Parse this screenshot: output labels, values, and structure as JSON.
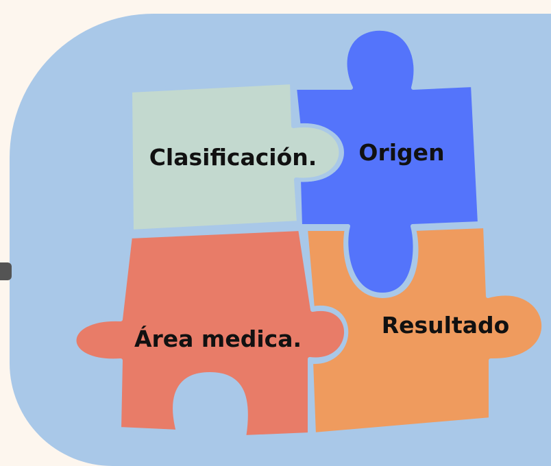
{
  "colors": {
    "background": "#fdf6ee",
    "panel": "#a9c8e8",
    "piece_outline": "#a9c8e8",
    "clasificacion": "#c3d9cf",
    "origen": "#5474fb",
    "area_medica": "#e87c68",
    "resultado": "#ef9b5e"
  },
  "pieces": [
    {
      "id": "clasificacion",
      "label": "Clasificación.",
      "color_key": "clasificacion"
    },
    {
      "id": "origen",
      "label": "Origen",
      "color_key": "origen"
    },
    {
      "id": "area_medica",
      "label": "Área medica.",
      "color_key": "area_medica"
    },
    {
      "id": "resultado",
      "label": "Resultado",
      "color_key": "resultado"
    }
  ]
}
